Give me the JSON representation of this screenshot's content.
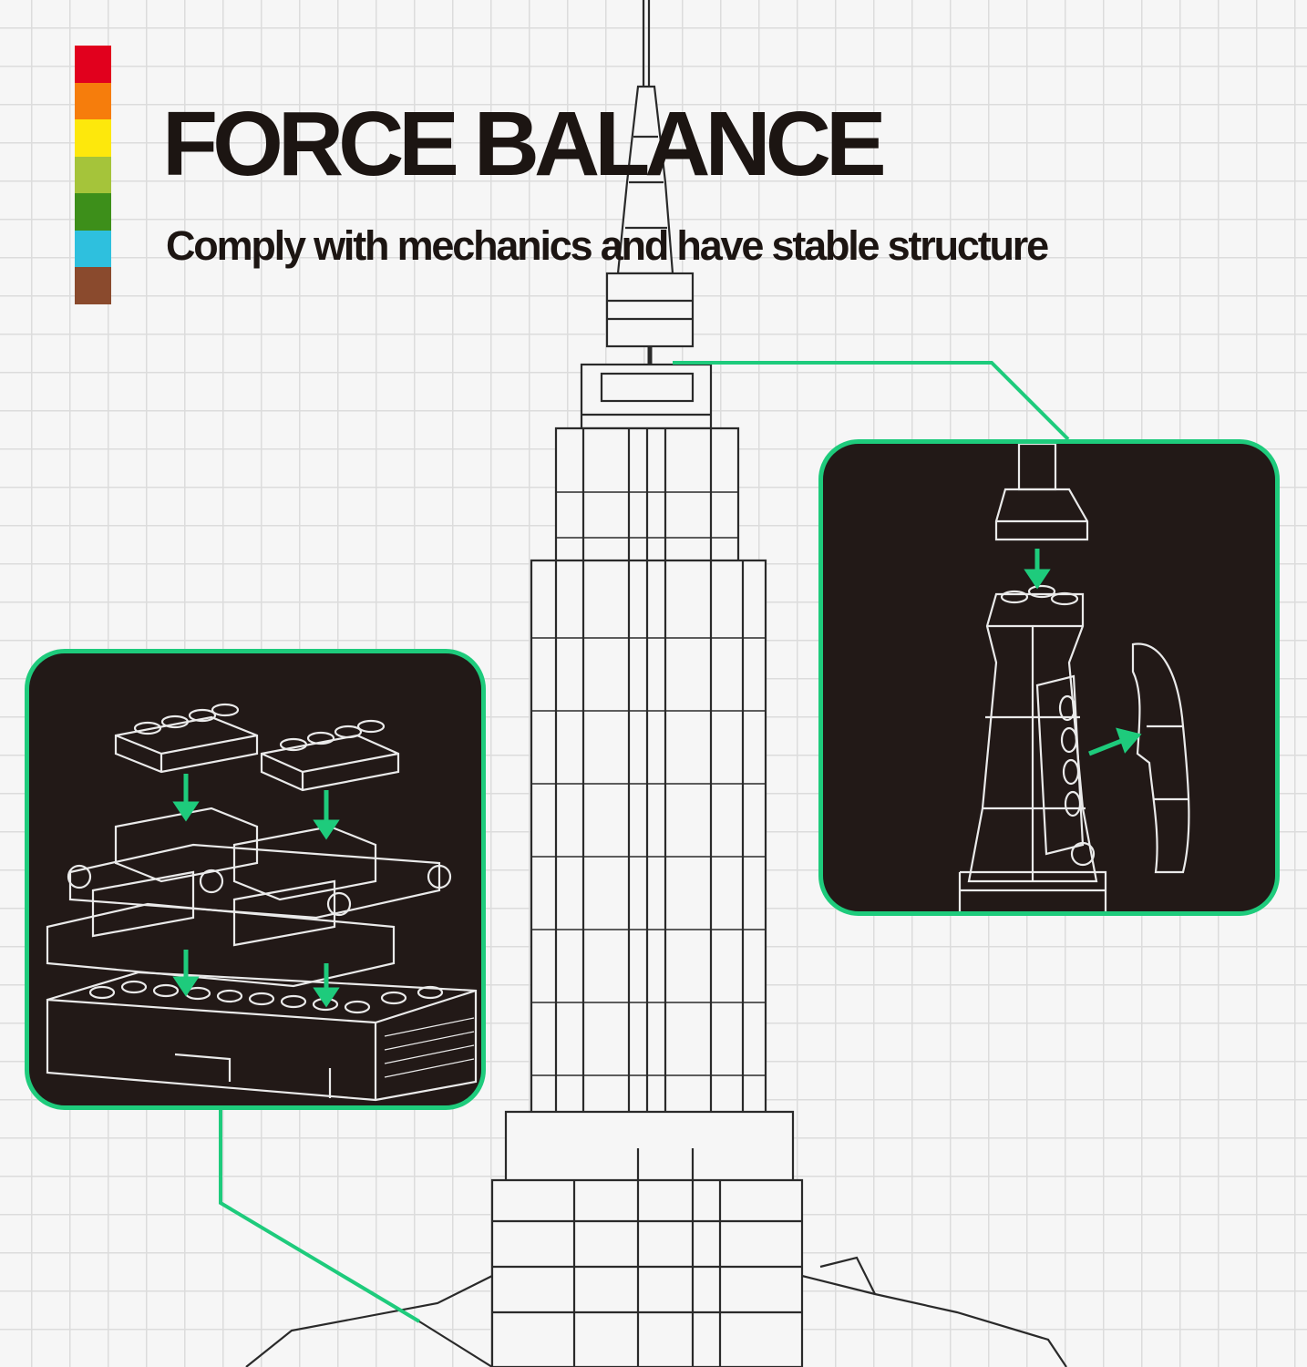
{
  "heading": {
    "title": "FORCE BALANCE",
    "subtitle": "Comply with mechanics and have stable structure"
  },
  "palette": [
    "#e1001d",
    "#f67d0c",
    "#fde80c",
    "#a5c43a",
    "#3d8f1a",
    "#2ec0de",
    "#8a4a2d"
  ],
  "accent_color": "#1ecb7c",
  "panel_color": "#221917",
  "icons": {
    "building": "empire-state-building-line-art",
    "detail_left": "brick-base-assembly-detail",
    "detail_right": "spire-assembly-detail"
  }
}
